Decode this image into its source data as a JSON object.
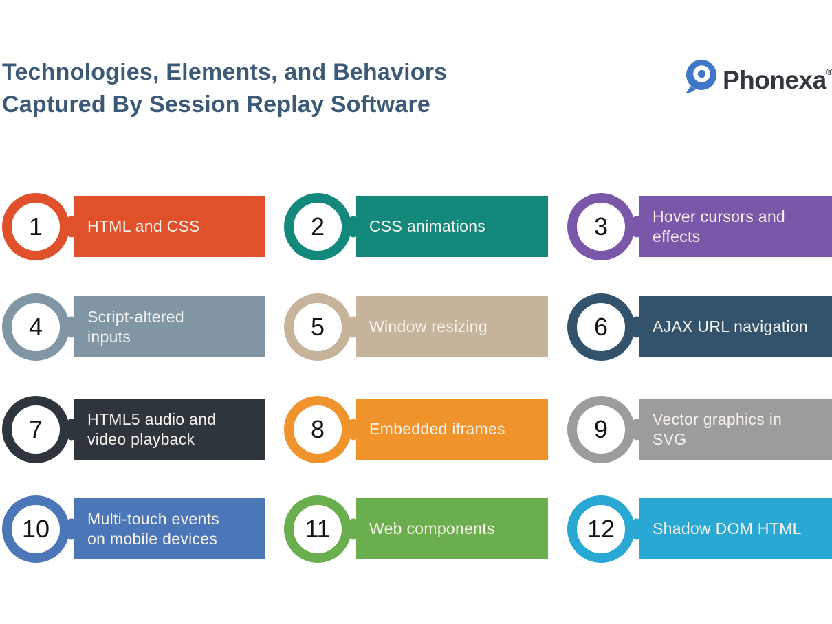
{
  "header": {
    "title_lines": {
      "line1": "Technologies, Elements, and Behaviors",
      "line2": "Captured By Session Replay Software"
    },
    "title_color": "#3C5A78"
  },
  "logo": {
    "name": "Phonexa",
    "registered_mark": "®",
    "mark_color": "#4077C8",
    "text_color": "#33383E"
  },
  "items": [
    {
      "number": "1",
      "label": "HTML and CSS",
      "color": "#E0502B"
    },
    {
      "number": "2",
      "label": "CSS animations",
      "color": "#12897B"
    },
    {
      "number": "3",
      "label": "Hover cursors and\neffects",
      "color": "#7B57A9"
    },
    {
      "number": "4",
      "label": "Script-altered\ninputs",
      "color": "#8096A4"
    },
    {
      "number": "5",
      "label": "Window resizing",
      "color": "#C5B39B"
    },
    {
      "number": "6",
      "label": "AJAX URL navigation",
      "color": "#33536D"
    },
    {
      "number": "7",
      "label": "HTML5 audio and\nvideo playback",
      "color": "#2E353D"
    },
    {
      "number": "8",
      "label": "Embedded iframes",
      "color": "#F0932B"
    },
    {
      "number": "9",
      "label": "Vector graphics in\nSVG",
      "color": "#9C9C9C"
    },
    {
      "number": "10",
      "label": "Multi-touch events\non mobile devices",
      "color": "#4B76B7"
    },
    {
      "number": "11",
      "label": "Web components",
      "color": "#6BAE4D"
    },
    {
      "number": "12",
      "label": "Shadow DOM HTML",
      "color": "#28A8D3"
    }
  ],
  "styles": {
    "bar_text_color": "#F7F2EC",
    "number_color": "#141414",
    "background": "#FFFFFF"
  }
}
